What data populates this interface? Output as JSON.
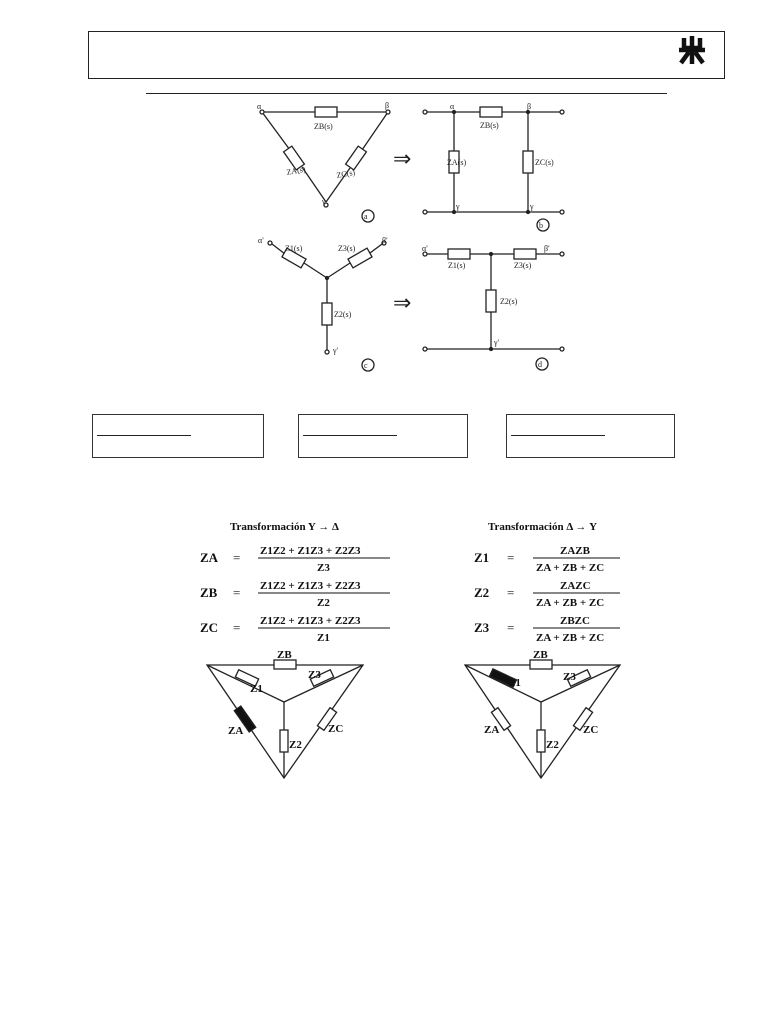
{
  "figure_labels": {
    "a": "a",
    "b": "b",
    "c": "c",
    "d": "d"
  },
  "network_labels": {
    "alpha": "α",
    "beta": "β",
    "gamma": "γ",
    "alpha_p": "α'",
    "beta_p": "β'",
    "gamma_p": "γ'",
    "za": "ZA(s)",
    "zb": "ZB(s)",
    "zc": "ZC(s)",
    "z1": "Z1(s)",
    "z2": "Z2(s)",
    "z3": "Z3(s)"
  },
  "arrow": "⇒",
  "y_to_delta": {
    "title": "Transformación Y → Δ",
    "rows": [
      {
        "lhs": "ZA",
        "num": "Z1Z2 + Z1Z3 + Z2Z3",
        "den": "Z3"
      },
      {
        "lhs": "ZB",
        "num": "Z1Z2 + Z1Z3 + Z2Z3",
        "den": "Z2"
      },
      {
        "lhs": "ZC",
        "num": "Z1Z2 + Z1Z3 + Z2Z3",
        "den": "Z1"
      }
    ]
  },
  "delta_to_y": {
    "title": "Transformación Δ → Y",
    "rows": [
      {
        "lhs": "Z1",
        "num": "ZAZB",
        "den": "ZA + ZB + ZC"
      },
      {
        "lhs": "Z2",
        "num": "ZAZC",
        "den": "ZA + ZB + ZC"
      },
      {
        "lhs": "Z3",
        "num": "ZBZC",
        "den": "ZA + ZB + ZC"
      }
    ]
  },
  "equals": "=",
  "triangle_labels": {
    "zb": "ZB",
    "z1": "Z1",
    "z3": "Z3",
    "za": "ZA",
    "z2": "Z2",
    "zc": "ZC"
  }
}
